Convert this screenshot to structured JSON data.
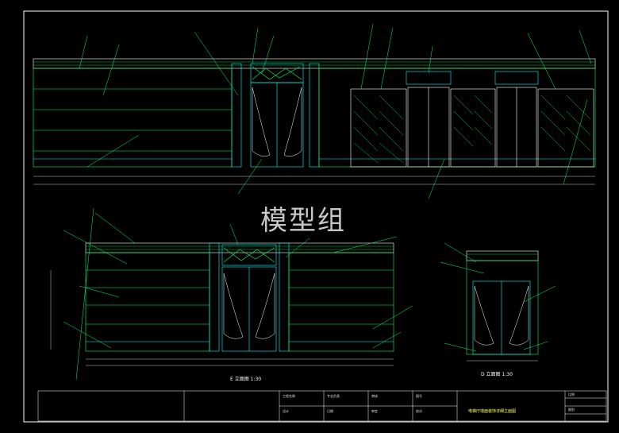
{
  "watermark": "模型组",
  "views": {
    "e_label": "E 立面图 1:30",
    "d_label": "D 立面图 1:30"
  },
  "title_block": {
    "drawing_title": "电梯厅墙面装饰详细立面图",
    "small_texts": [
      "工程名称",
      "专业负责",
      "审核",
      "图号",
      "设计",
      "日期",
      "审定",
      "校对",
      "比例",
      "图别"
    ]
  },
  "colors": {
    "background": "#000000",
    "linework": "#00ff66",
    "accent": "#00ffff",
    "frame": "#ffffff",
    "highlight": "#ffff00"
  }
}
